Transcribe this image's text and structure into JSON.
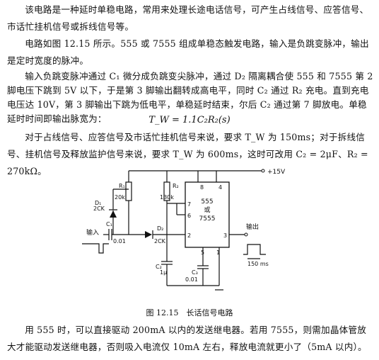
{
  "paragraphs": {
    "p1": "该电路是一种延时单稳电路，常用来处理长途电话信号，可产生占线信号、应答信号、市话忙挂机信号或拆线信号等。",
    "p2": "电路如图 12.15 所示。555 或 7555 组成单稳态触发电路，输入是负跳变脉冲，输出是定时宽度的脉冲。",
    "p3": "输入负跳变脉冲通过 C₁ 微分成负跳变尖脉冲，通过 D₂ 隔离耦合使 555 和 7555 第 2 脚电压下跳到 5V 以下，于是第 3 脚输出翻转成高电平，同时 C₂ 通过 R₂ 充电。直到充电电压达 10V，第 3 脚输出下跳为低电平，单稳延时结束，尔后 C₂ 通过第 7 脚放电。单稳延时时间即输出脉宽为：",
    "formula": "T_W = 1.1C₂R₂(s)",
    "p4": "对于占线信号、应答信号及市话忙挂机信号来说，要求 T_W 为 150ms；对于拆线信号、挂机信号及释放监护信号来说，要求 T_W 为 600ms，这时可改用 C₂ = 2μF、R₂ = 270kΩ。",
    "p5": "用 555 时，可以直接驱动 200mA 以内的发送继电器。若用 7555，则需加晶体管放大才能驱动发送继电器，否则吸入电流仅 10mA 左右，释放电流就更小了（5mA 以内）。"
  },
  "figure": {
    "caption": "图 12.15　长话信号电路",
    "supply": "+15V",
    "input_label": "输入",
    "output_label": "输出",
    "pulse_width": "150 ms",
    "ic_lines": [
      "555",
      "或",
      "7555"
    ],
    "pins": [
      "8",
      "4",
      "7",
      "6",
      "2",
      "3",
      "5",
      "1"
    ],
    "parts": {
      "D1": "D₁",
      "D1_type": "2CK",
      "D2": "D₂",
      "D2_type": "2CK",
      "R1": "R₁",
      "R1_val": "20k",
      "R2": "R₂",
      "R2_val": "130k",
      "C1": "C₁",
      "C1_val": "0.01",
      "C2": "C₂",
      "C2_val": "1μ",
      "C3": "C₃",
      "C3_val": "0.01"
    }
  }
}
